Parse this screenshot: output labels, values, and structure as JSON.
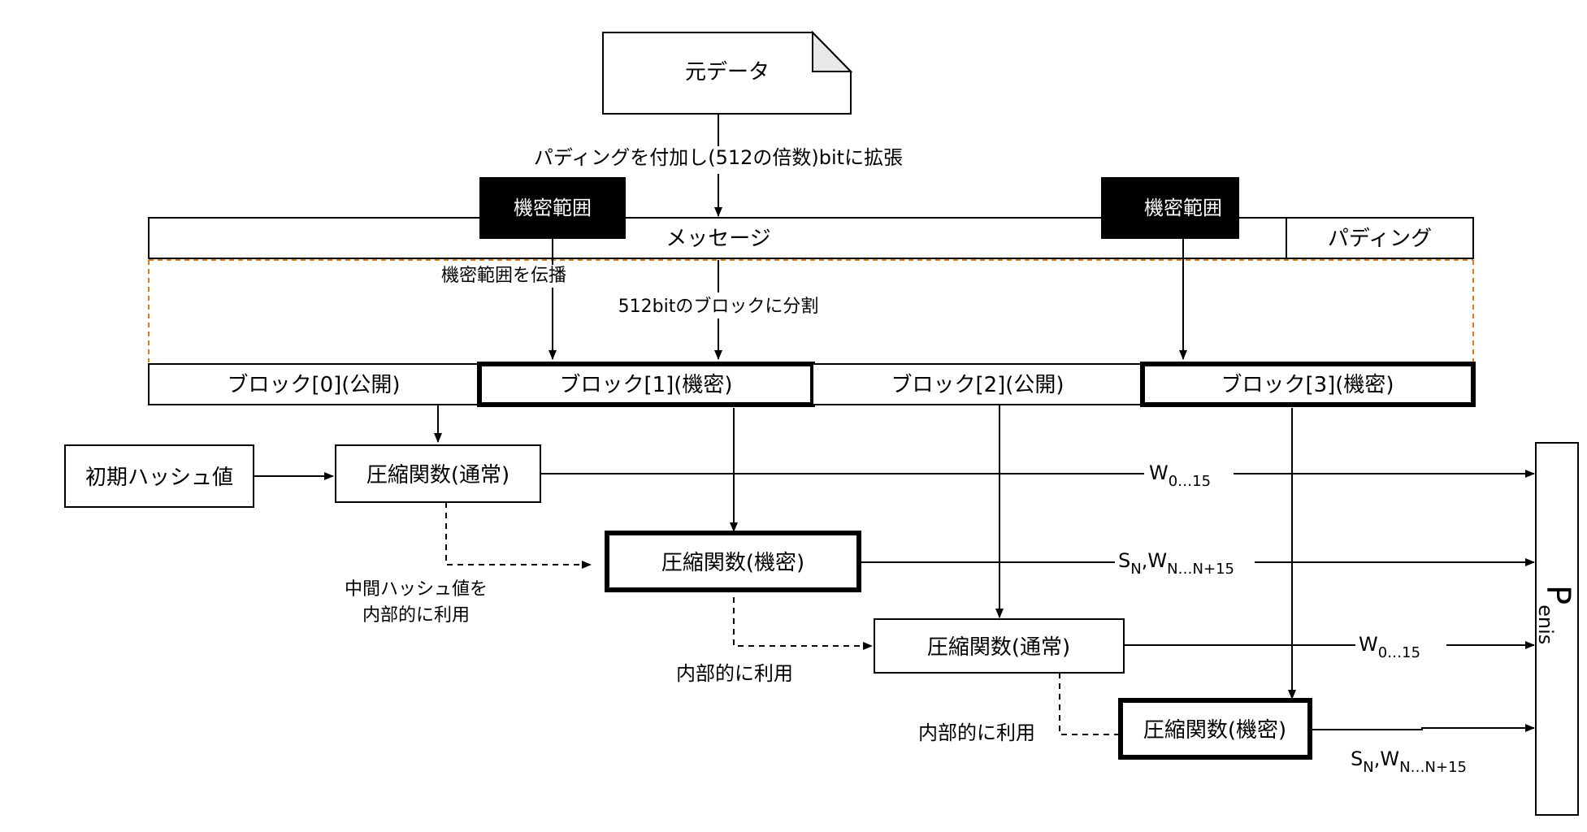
{
  "nodes": {
    "source_data": "元データ",
    "message": "メッセージ",
    "padding": "パディング",
    "secret_range_left": "機密範囲",
    "secret_range_right": "機密範囲",
    "blocks": [
      "ブロック[0](公開)",
      "ブロック[1](機密)",
      "ブロック[2](公開)",
      "ブロック[3](機密)"
    ],
    "initial_hash": "初期ハッシュ値",
    "compress_0": "圧縮関数(通常)",
    "compress_1": "圧縮関数(機密)",
    "compress_2": "圧縮関数(通常)",
    "compress_3": "圧縮関数(機密)",
    "penis_main": "P",
    "penis_sub": "enis"
  },
  "labels": {
    "padding_step": "パディングを付加し(512の倍数)bitに拡張",
    "propagate": "機密範囲を伝播",
    "split": "512bitのブロックに分割",
    "intermediate_line1": "中間ハッシュ値を",
    "intermediate_line2": "内部的に利用",
    "internal_use_1": "内部的に利用",
    "internal_use_2": "内部的に利用"
  },
  "outputs": {
    "out0": {
      "base": "W",
      "sub": "0…15"
    },
    "out1": {
      "s": "S",
      "s_sub": "N",
      "base": ",W",
      "sub": "N…N+15"
    },
    "out2": {
      "base": "W",
      "sub": "0…15"
    },
    "out3": {
      "s": "S",
      "s_sub": "N",
      "base": ",W",
      "sub": "N…N+15"
    }
  },
  "colors": {
    "secret_fill": "#000000",
    "orange_dash": "#e07820",
    "doc_fold": "#e8e8e8"
  }
}
